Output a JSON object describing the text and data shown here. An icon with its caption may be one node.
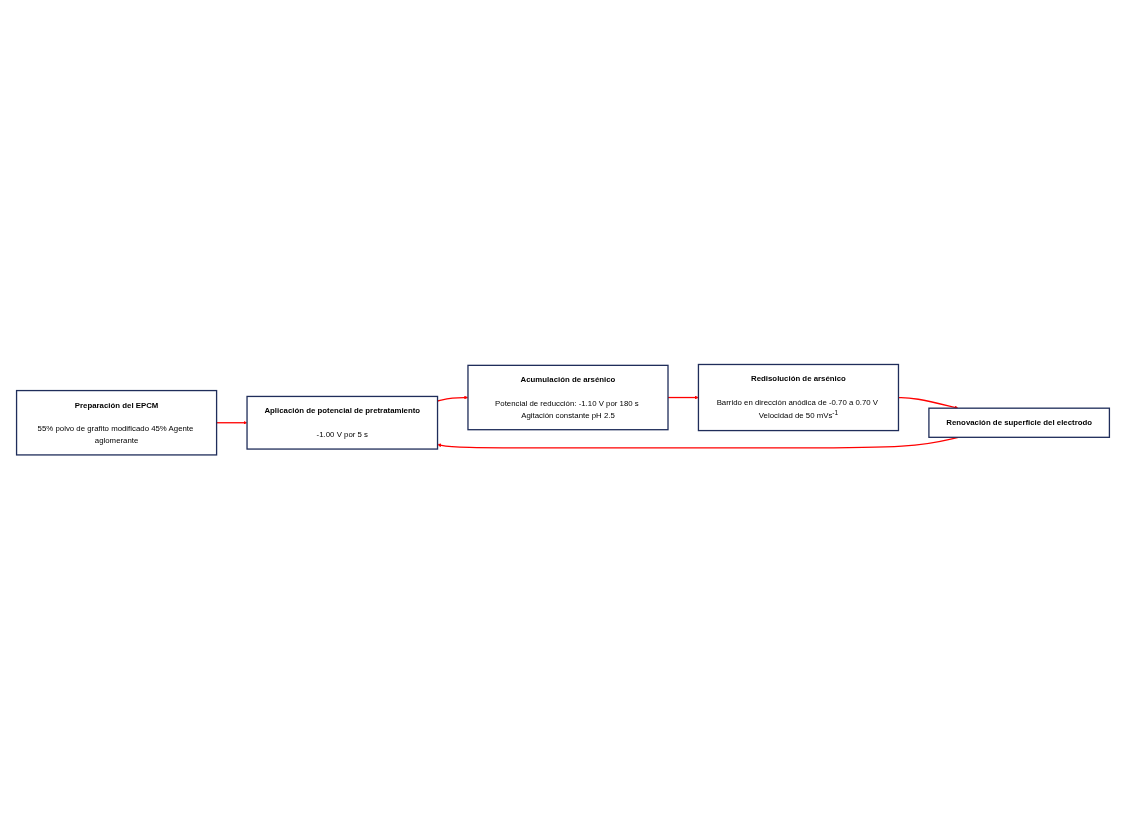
{
  "diagram": {
    "nodes": [
      {
        "text": [
          "Preparación del EPCM",
          "55% polvo de grafito modificado 45% Agente aglomerante"
        ]
      },
      {
        "text": [
          "Redisolución de arsénico",
          "Barrido en dirección anódica de -0.70 a 0.70 V Velocidad de 50 mVs$^{-1}$"
        ]
      },
      {
        "text": [
          "Renovación de superficie del electrodo"
        ]
      },
      {
        "text": [
          "Aplicación de potencial de pretratamiento",
          "-1.00 V por 5 s"
        ]
      },
      {
        "text": [
          "Acumulación de arsénico",
          "Potencial de reducción: -1.10 V por 180 s Agitación constante pH 2.5"
        ]
      }
    ],
    "edges": [
      {
        "from": 0,
        "to": 3,
        "arrow": "to"
      },
      {
        "from": 3,
        "to": 4,
        "arrow": "to"
      },
      {
        "from": 4,
        "to": 1,
        "arrow": "to"
      },
      {
        "from": 1,
        "to": 2,
        "arrow": "to"
      },
      {
        "from": 2,
        "to": 3,
        "arrow": "to"
      }
    ]
  }
}
